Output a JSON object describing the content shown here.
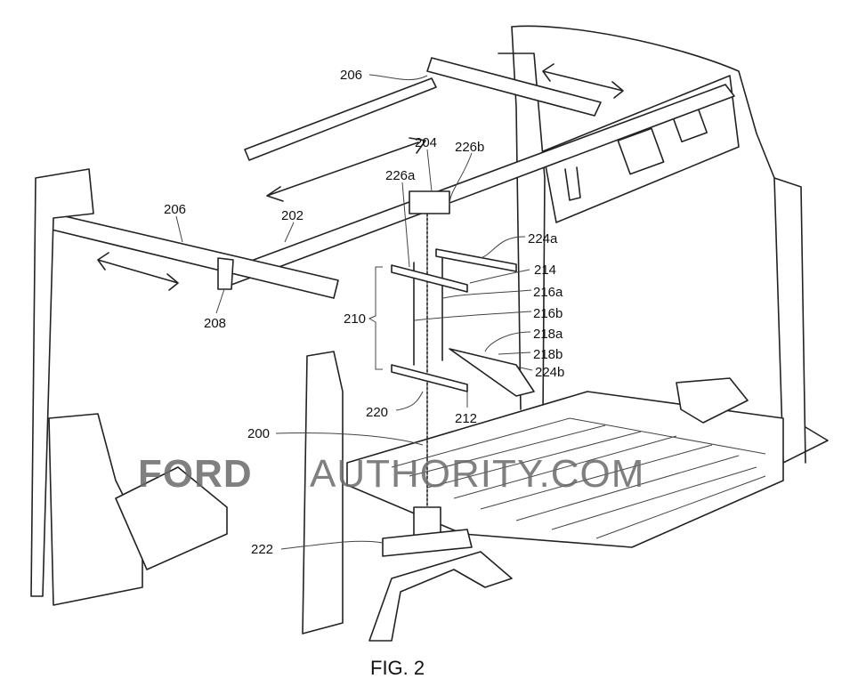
{
  "figure": {
    "caption": "FIG. 2",
    "labels": {
      "l206_top": "206",
      "l204": "204",
      "l226b": "226b",
      "l226a": "226a",
      "l206_left": "206",
      "l202": "202",
      "l224a": "224a",
      "l214": "214",
      "l216a": "216a",
      "l210": "210",
      "l216b": "216b",
      "l218a": "218a",
      "l218b": "218b",
      "l224b": "224b",
      "l208": "208",
      "l212": "212",
      "l220": "220",
      "l200": "200",
      "l222": "222"
    }
  },
  "watermark": {
    "brand": "FORD",
    "rest": "AUTHORITY.COM"
  }
}
